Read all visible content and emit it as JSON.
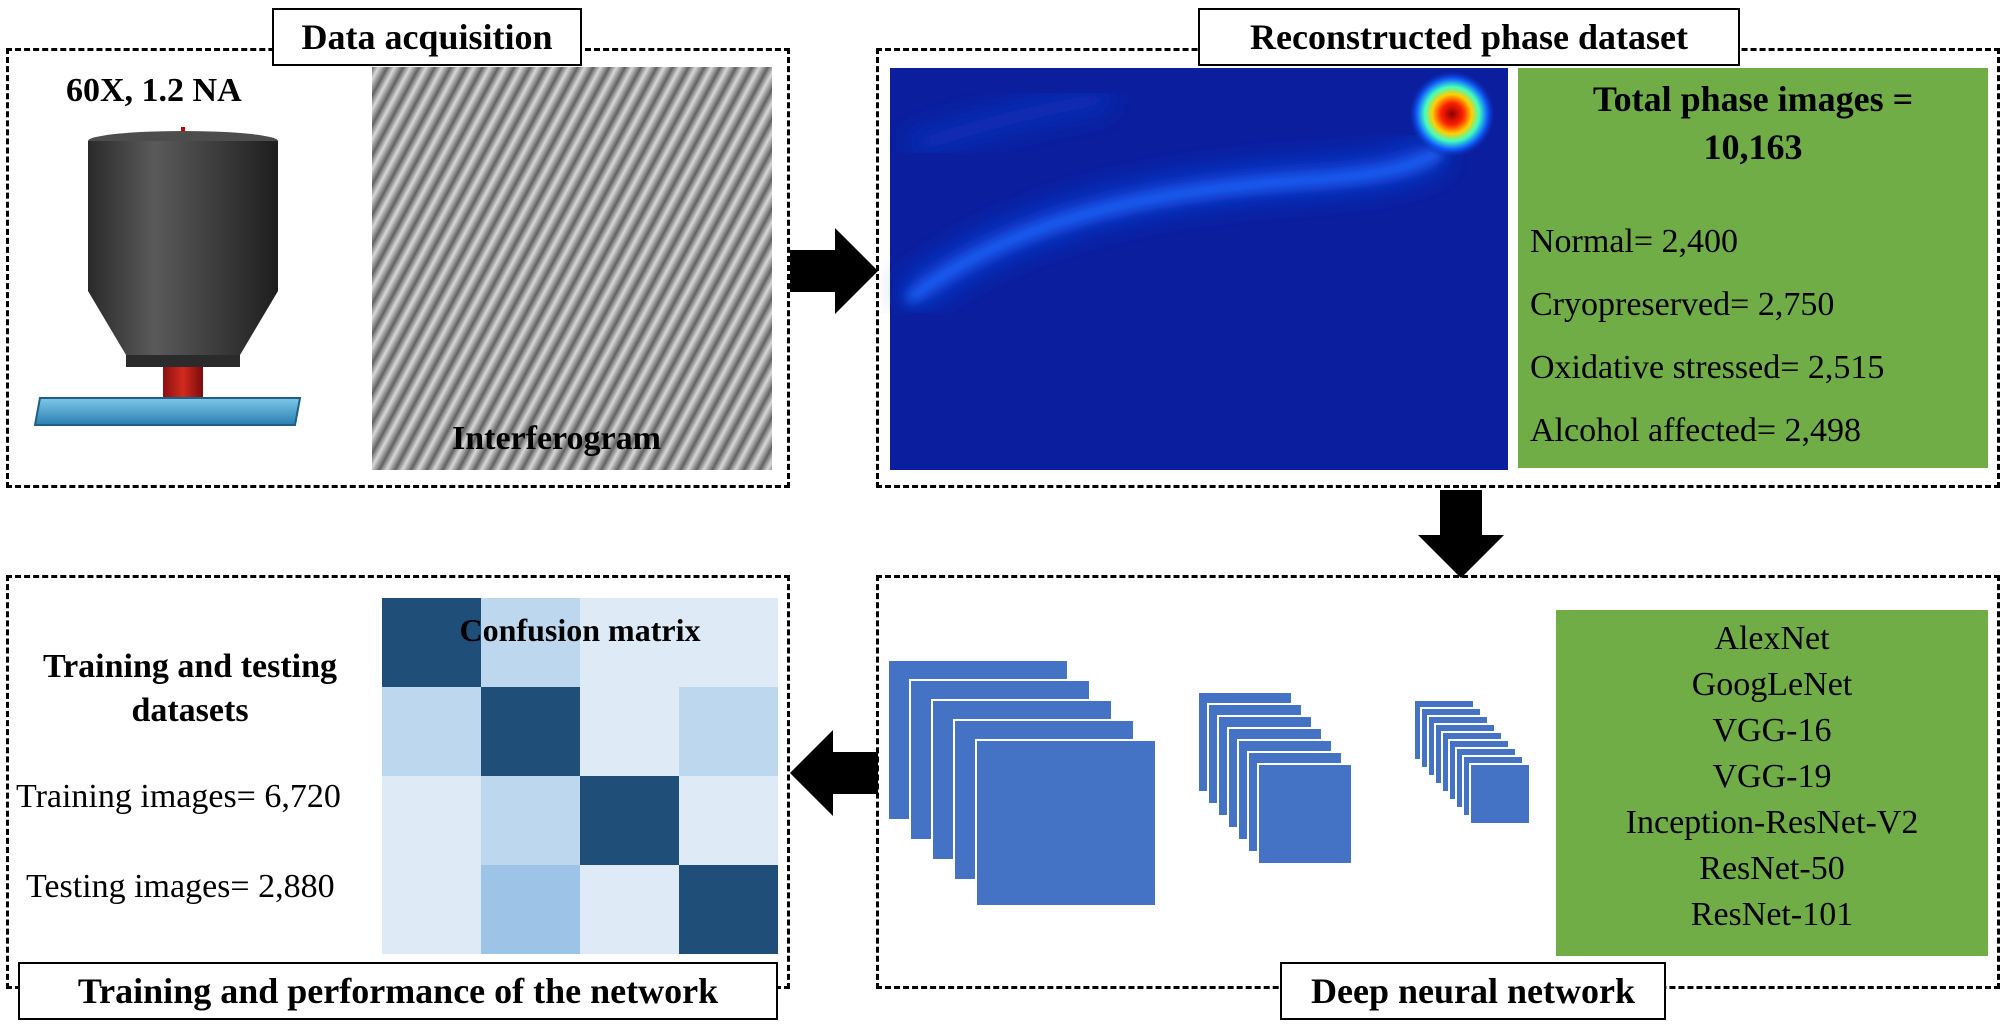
{
  "data_acquisition": {
    "title": "Data acquisition",
    "objective_label": "60X, 1.2 NA",
    "interferogram_label": "Interferogram"
  },
  "reconstructed": {
    "title": "Reconstructed phase dataset",
    "total_line1": "Total phase images =",
    "total_line2": "10,163",
    "classes": [
      "Normal= 2,400",
      "Cryopreserved= 2,750",
      "Oxidative stressed= 2,515",
      "Alcohol affected= 2,498"
    ]
  },
  "dnn": {
    "title": "Deep neural network",
    "models": [
      "AlexNet",
      "GoogLeNet",
      "VGG-16",
      "VGG-19",
      "Inception-ResNet-V2",
      "ResNet-50",
      "ResNet-101"
    ]
  },
  "training": {
    "title": "Training and performance of the network",
    "heading_line1": "Training and testing",
    "heading_line2": "datasets",
    "training_images": "Training images= 6,720",
    "testing_images": "Testing images= 2,880",
    "matrix_label": "Confusion matrix",
    "matrix_colors": [
      [
        "#1f4e79",
        "#bdd7ee",
        "#deebf7",
        "#deebf7"
      ],
      [
        "#bdd7ee",
        "#1f4e79",
        "#deebf7",
        "#bdd7ee"
      ],
      [
        "#deebf7",
        "#bdd7ee",
        "#1f4e79",
        "#deebf7"
      ],
      [
        "#deebf7",
        "#9dc3e6",
        "#deebf7",
        "#1f4e79"
      ]
    ]
  },
  "colors": {
    "green": "#70ad47",
    "layer_blue": "#4472c4",
    "phase_background": "#0a1e9e"
  }
}
